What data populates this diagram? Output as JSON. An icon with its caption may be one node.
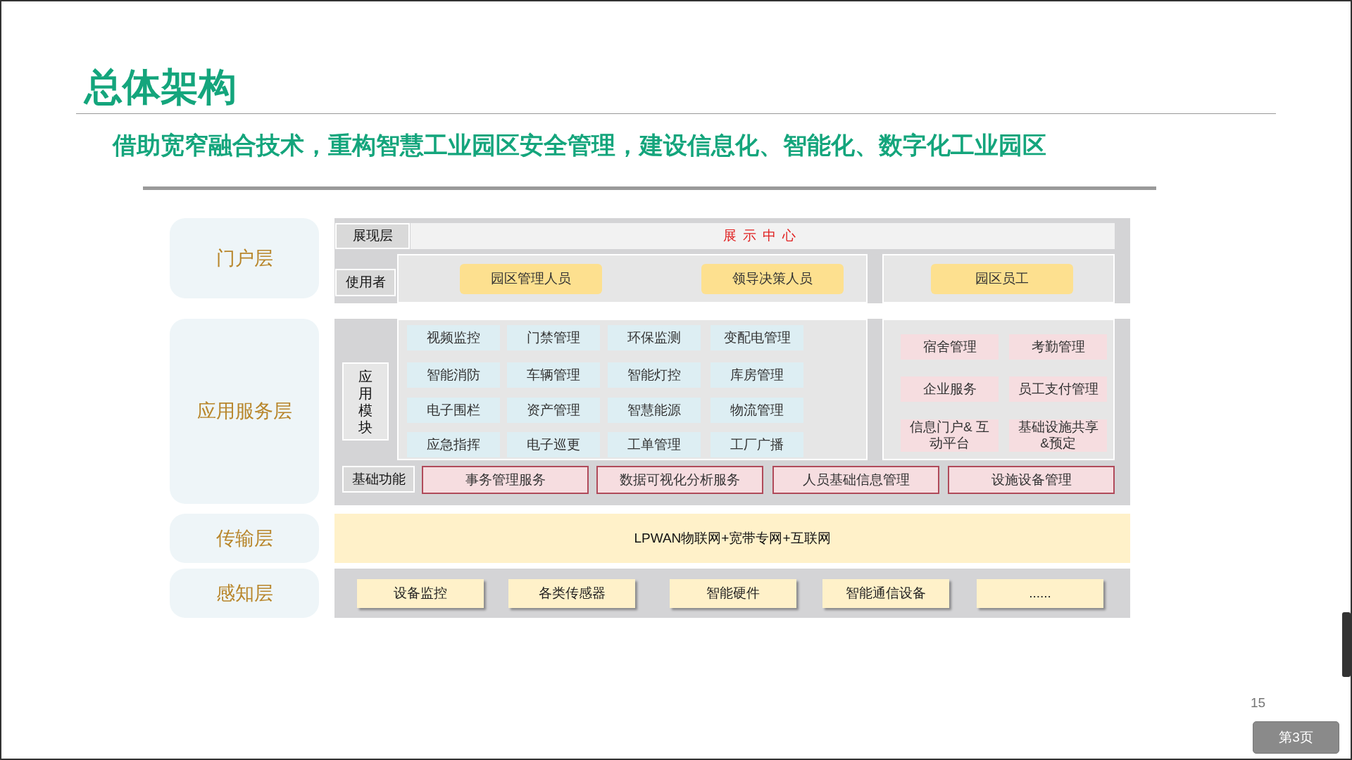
{
  "diagram": {
    "title": "总体架构",
    "nodes": [
      {
        "text": [
          "门户层"
        ]
      },
      {
        "text": [],
        "shape": "box"
      },
      {
        "text": [
          "展现层"
        ],
        "in": 1
      },
      {
        "text": [
          "展示中心"
        ],
        "in": 1
      },
      {
        "text": [
          "使用者"
        ],
        "in": 1
      },
      {
        "text": [],
        "shape": "box",
        "in": 1
      },
      {
        "text": [
          "园区管理人员"
        ],
        "in": 5
      },
      {
        "text": [
          "领导决策人员"
        ],
        "in": 5
      },
      {
        "text": [],
        "shape": "box",
        "in": 1
      },
      {
        "text": [
          "园区员工"
        ],
        "in": 8
      },
      {
        "text": [
          "应用服务层"
        ]
      },
      {
        "text": [],
        "shape": "box"
      },
      {
        "text": [
          "应用模块"
        ],
        "in": 11
      },
      {
        "text": [],
        "shape": "box",
        "in": 11
      },
      {
        "text": [
          "视频监控"
        ],
        "in": 13
      },
      {
        "text": [
          "门禁管理"
        ],
        "in": 13
      },
      {
        "text": [
          "环保监测"
        ],
        "in": 13
      },
      {
        "text": [
          "变配电管理"
        ],
        "in": 13
      },
      {
        "text": [
          "智能消防"
        ],
        "in": 13
      },
      {
        "text": [
          "车辆管理"
        ],
        "in": 13
      },
      {
        "text": [
          "智能灯控"
        ],
        "in": 13
      },
      {
        "text": [
          "库房管理"
        ],
        "in": 13
      },
      {
        "text": [
          "电子围栏"
        ],
        "in": 13
      },
      {
        "text": [
          "资产管理"
        ],
        "in": 13
      },
      {
        "text": [
          "智慧能源"
        ],
        "in": 13
      },
      {
        "text": [
          "物流管理"
        ],
        "in": 13
      },
      {
        "text": [
          "应急指挥"
        ],
        "in": 13
      },
      {
        "text": [
          "电子巡更"
        ],
        "in": 13
      },
      {
        "text": [
          "工单管理"
        ],
        "in": 13
      },
      {
        "text": [
          "工厂广播"
        ],
        "in": 13
      },
      {
        "text": [],
        "shape": "box",
        "in": 11
      },
      {
        "text": [
          "宿舍管理"
        ],
        "in": 30
      },
      {
        "text": [
          "考勤管理"
        ],
        "in": 30
      },
      {
        "text": [
          "企业服务"
        ],
        "in": 30
      },
      {
        "text": [
          "员工支付管理"
        ],
        "in": 30
      },
      {
        "text": [
          "信息门户& 互动平台"
        ],
        "in": 30
      },
      {
        "text": [
          "基础设施共享&预定"
        ],
        "in": 30
      },
      {
        "text": [
          "基础功能"
        ],
        "in": 11
      },
      {
        "text": [
          "事务管理服务"
        ],
        "in": 11
      },
      {
        "text": [
          "数据可视化分析服务"
        ],
        "in": 11
      },
      {
        "text": [
          "人员基础信息管理"
        ],
        "in": 11
      },
      {
        "text": [
          "设施设备管理"
        ],
        "in": 11
      },
      {
        "text": [
          "传输层"
        ]
      },
      {
        "text": [
          "LPWAN物联网+宽带专网+互联网"
        ]
      },
      {
        "text": [
          "感知层"
        ]
      },
      {
        "text": [],
        "shape": "box"
      },
      {
        "text": [
          "设备监控"
        ],
        "in": 45
      },
      {
        "text": [
          "各类传感器"
        ],
        "in": 45
      },
      {
        "text": [
          "智能硬件"
        ],
        "in": 45
      },
      {
        "text": [
          "智能通信设备"
        ],
        "in": 45
      },
      {
        "text": [
          "......"
        ],
        "in": 45
      }
    ],
    "labels": [
      "借助宽窄融合技术，重构智慧工业园区安全管理，建设信息化、智能化、数字化工业园区",
      "15",
      "第3页"
    ]
  }
}
